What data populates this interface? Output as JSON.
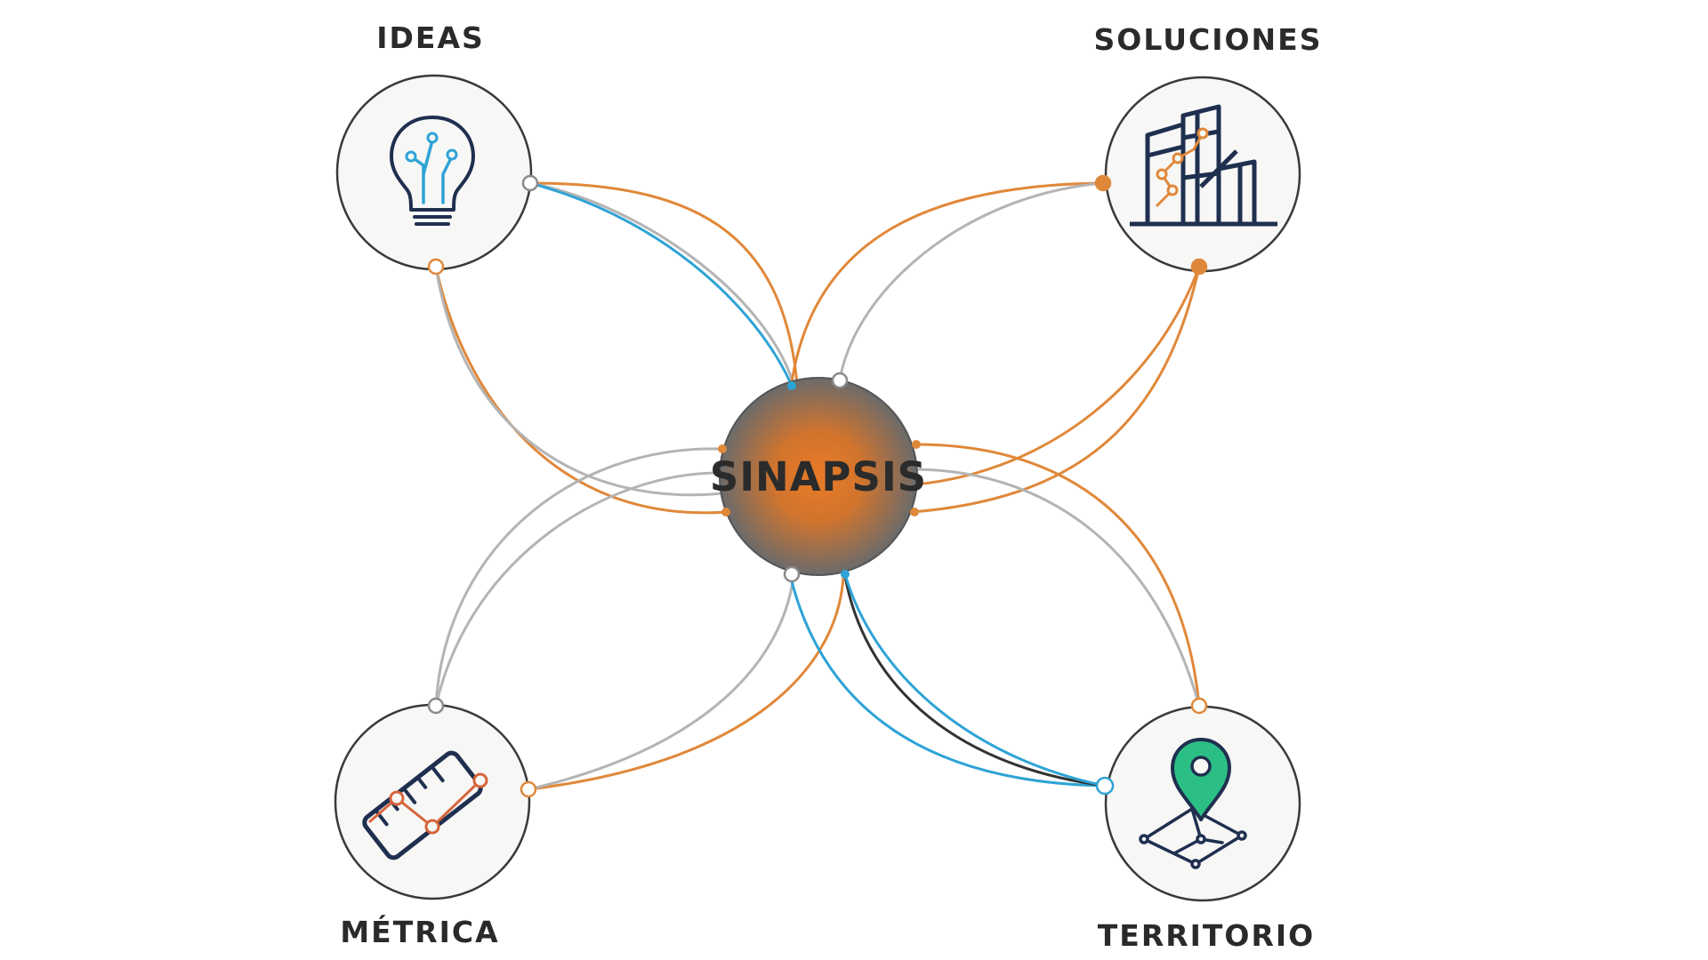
{
  "diagram": {
    "center": {
      "label": "SINAPSIS",
      "gradient_inner": "#ea7b26",
      "gradient_outer": "#6b6b6b"
    },
    "nodes": [
      {
        "id": "ideas",
        "label": "IDEAS",
        "icon": "lightbulb-icon"
      },
      {
        "id": "soluciones",
        "label": "SOLUCIONES",
        "icon": "buildings-icon"
      },
      {
        "id": "metrica",
        "label": "MÉTRICA",
        "icon": "ruler-icon"
      },
      {
        "id": "territorio",
        "label": "TERRITORIO",
        "icon": "location-pin-icon"
      }
    ],
    "colors": {
      "orange": "#e0883a",
      "gray": "#b4b4b4",
      "blue": "#2ea3d6",
      "dark": "#333333",
      "navy": "#1f2f4f",
      "green": "#2bbf85",
      "node_fill": "#f7f7f6",
      "node_stroke": "#3a3a3a"
    }
  }
}
